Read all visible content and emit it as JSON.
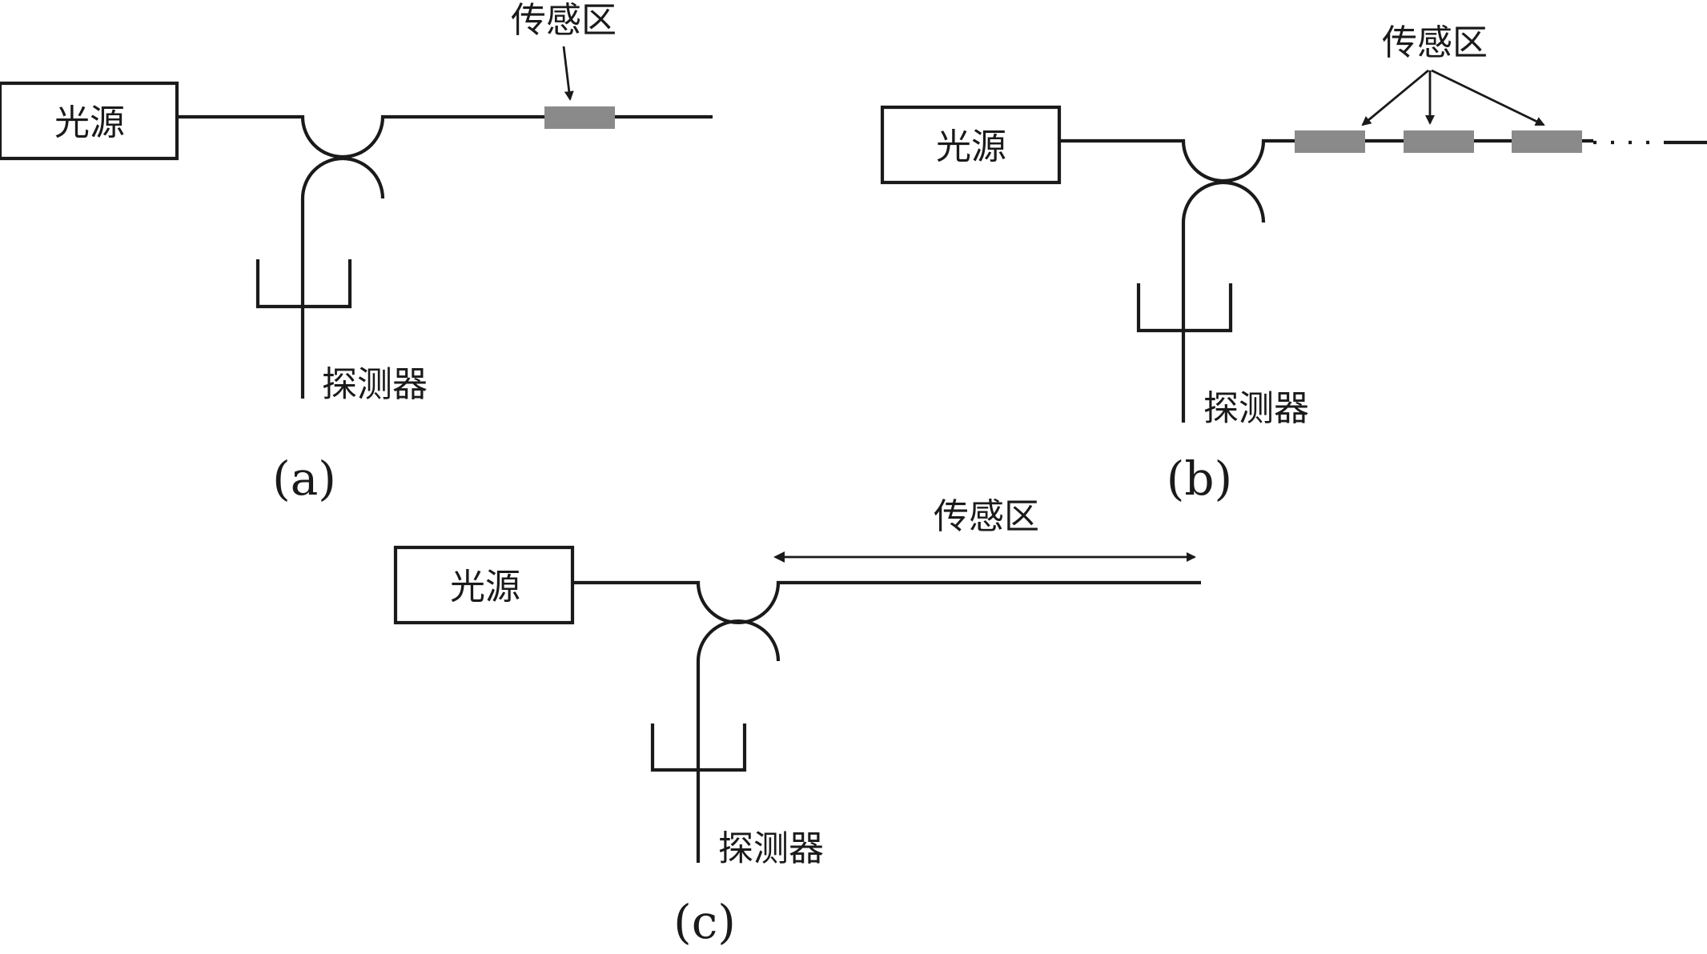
{
  "panels": [
    {
      "id": "a",
      "caption": "(a)",
      "source_label": "光源",
      "detector_label": "探测器",
      "sensing_label": "传感区"
    },
    {
      "id": "b",
      "caption": "(b)",
      "source_label": "光源",
      "detector_label": "探测器",
      "sensing_label": "传感区"
    },
    {
      "id": "c",
      "caption": "(c)",
      "source_label": "光源",
      "detector_label": "探测器",
      "sensing_label": "传感区"
    }
  ],
  "colors": {
    "line": "#1a1a1a",
    "sensing_region": "#8a8a8a",
    "background": "#ffffff"
  }
}
